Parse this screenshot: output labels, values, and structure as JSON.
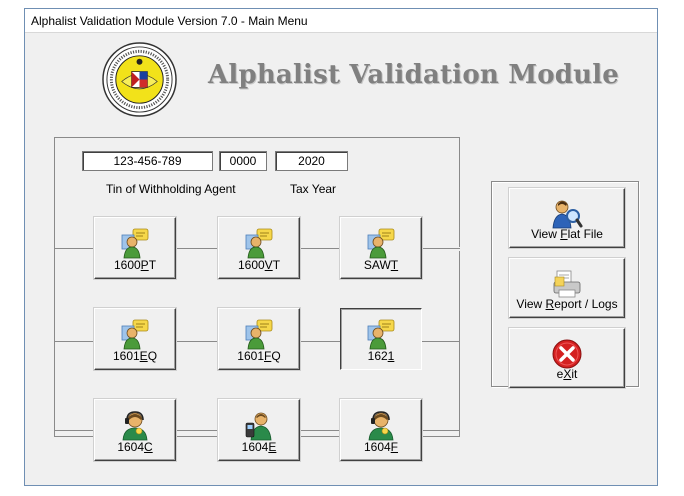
{
  "window": {
    "title": "Alphalist Validation Module Version 7.0 - Main Menu"
  },
  "header": {
    "app_title": "Alphalist Validation Module",
    "seal_icon": "bir-seal-icon"
  },
  "agent": {
    "tin": "123-456-789",
    "branch": "0000",
    "tax_year": "2020",
    "tin_caption": "Tin of Withholding Agent",
    "year_caption": "Tax Year"
  },
  "forms": [
    {
      "label_pre": "1600",
      "label_key": "P",
      "label_post": "T",
      "icon": "user-note-icon"
    },
    {
      "label_pre": "1600",
      "label_key": "V",
      "label_post": "T",
      "icon": "user-note-icon"
    },
    {
      "label_pre": "SAW",
      "label_key": "T",
      "label_post": "",
      "icon": "user-note-icon"
    },
    {
      "label_pre": "1601",
      "label_key": "E",
      "label_post": "Q",
      "icon": "user-note-icon"
    },
    {
      "label_pre": "1601",
      "label_key": "F",
      "label_post": "Q",
      "icon": "user-note-icon"
    },
    {
      "label_pre": "162",
      "label_key": "1",
      "label_post": "",
      "icon": "user-note-icon"
    },
    {
      "label_pre": "1604",
      "label_key": "C",
      "label_post": "",
      "icon": "user-headset-icon"
    },
    {
      "label_pre": "1604",
      "label_key": "E",
      "label_post": "",
      "icon": "user-phone-icon"
    },
    {
      "label_pre": "1604",
      "label_key": "F",
      "label_post": "",
      "icon": "user-headset-icon"
    }
  ],
  "side": {
    "view_flat": {
      "pre": "View ",
      "key": "F",
      "post": "lat File",
      "icon": "user-search-icon"
    },
    "view_report": {
      "pre": "View ",
      "key": "R",
      "post": "eport / Logs",
      "icon": "printer-icon"
    },
    "exit": {
      "pre": "e",
      "key": "X",
      "post": "it",
      "icon": "exit-icon"
    }
  },
  "colors": {
    "title_gray": "#808080",
    "exit_red": "#d42020",
    "face_gray": "#f0f0f0"
  }
}
